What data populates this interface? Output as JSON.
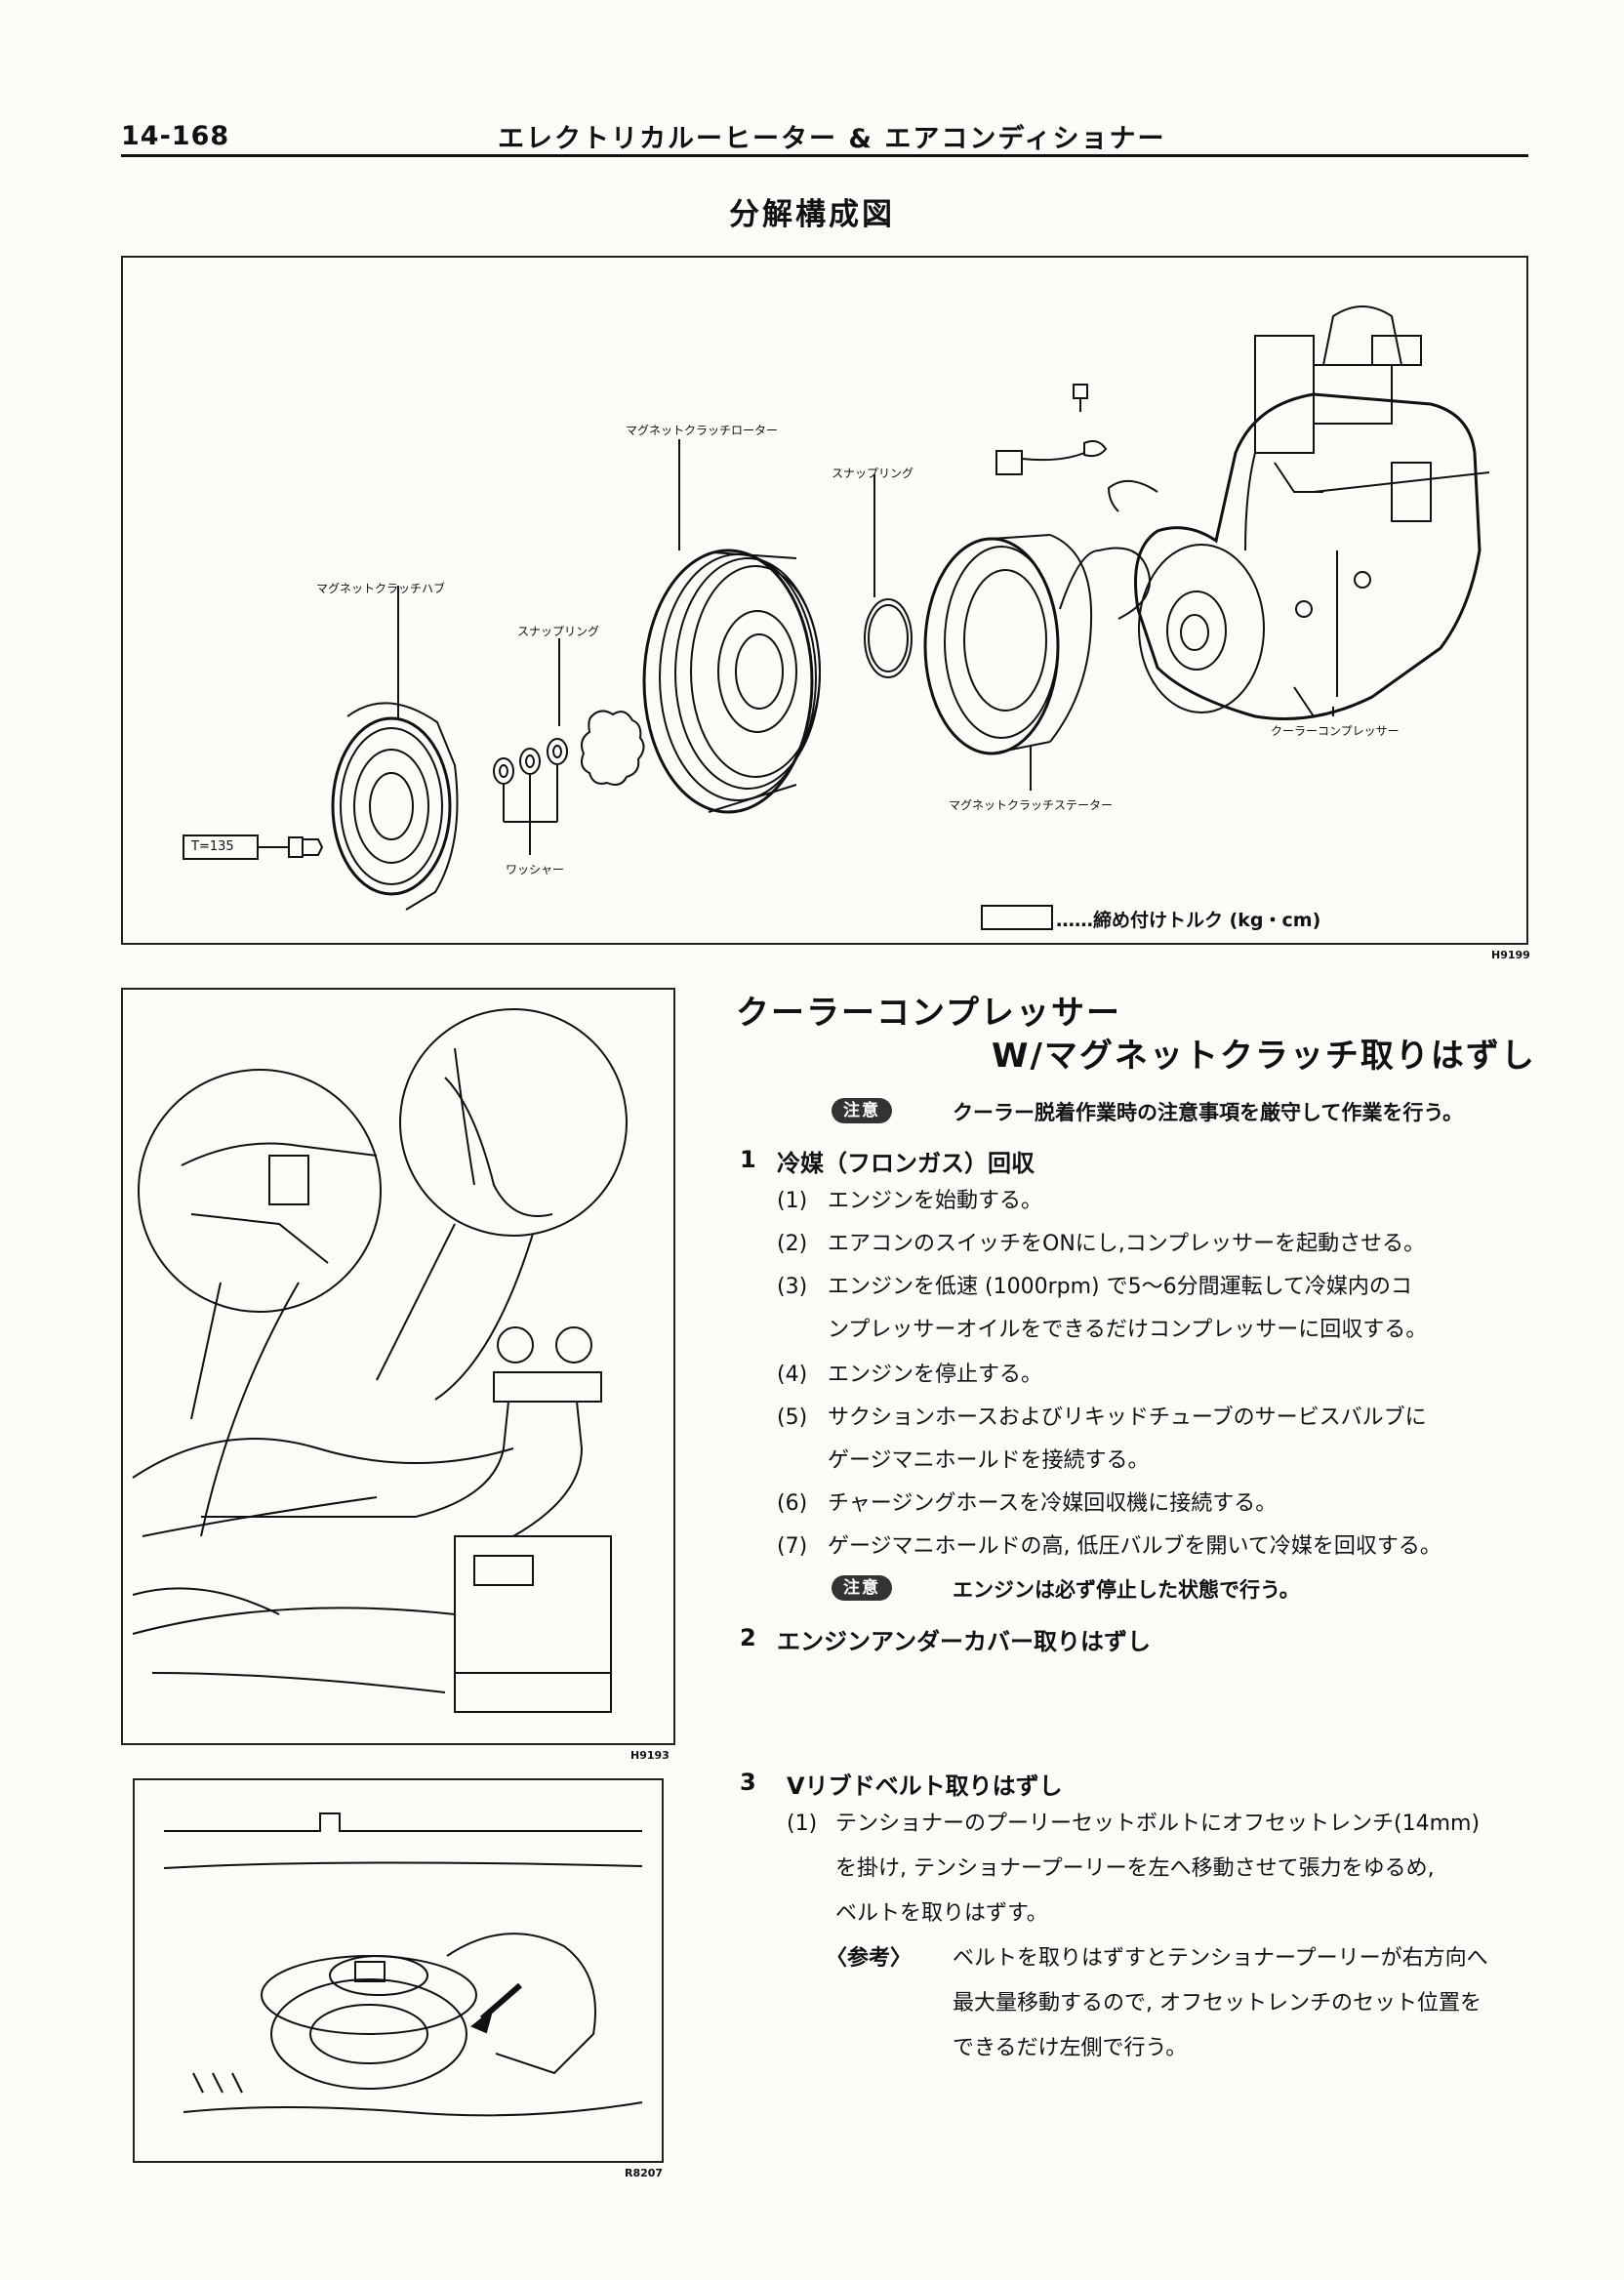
{
  "header": {
    "page_number": "14-168",
    "title": "エレクトリカルーヒーター & エアコンディショナー"
  },
  "section_title": "分解構成図",
  "exploded_diagram": {
    "labels": {
      "clutch_rotor": "マグネットクラッチローター",
      "snap_ring_top": "スナップリング",
      "clutch_hub": "マグネットクラッチハブ",
      "snap_ring_mid": "スナップリング",
      "compressor": "クーラーコンプレッサー",
      "stator": "マグネットクラッチステーター",
      "washer": "ワッシャー",
      "torque_value": "T=135"
    },
    "legend": "……締め付けトルク (kg・cm)",
    "figure_code": "H9199"
  },
  "figure_1_code": "H9193",
  "figure_2_code": "R8207",
  "procedure": {
    "title_line1": "クーラーコンプレッサー",
    "title_line2": "W/マグネットクラッチ取りはずし",
    "notes": [
      {
        "badge": "注意",
        "text": "クーラー脱着作業時の注意事項を厳守して作業を行う。"
      },
      {
        "badge": "注意",
        "text": "エンジンは必ず停止した状態で行う。"
      }
    ],
    "steps": [
      {
        "num": "1",
        "title": "冷媒（フロンガス）回収",
        "items": [
          {
            "num": "(1)",
            "text": "エンジンを始動する。"
          },
          {
            "num": "(2)",
            "text": "エアコンのスイッチをONにし,コンプレッサーを起動させる。"
          },
          {
            "num": "(3)",
            "text": "エンジンを低速 (1000rpm) で5～6分間運転して冷媒内のコ",
            "text2": "ンプレッサーオイルをできるだけコンプレッサーに回収する。"
          },
          {
            "num": "(4)",
            "text": "エンジンを停止する。"
          },
          {
            "num": "(5)",
            "text": "サクションホースおよびリキッドチューブのサービスバルブに",
            "text2": "ゲージマニホールドを接続する。"
          },
          {
            "num": "(6)",
            "text": "チャージングホースを冷媒回収機に接続する。"
          },
          {
            "num": "(7)",
            "text": "ゲージマニホールドの高, 低圧バルブを開いて冷媒を回収する。"
          }
        ]
      },
      {
        "num": "2",
        "title": "エンジンアンダーカバー取りはずし"
      },
      {
        "num": "3",
        "title": "Vリブドベルト取りはずし",
        "items": [
          {
            "num": "(1)",
            "text": "テンショナーのプーリーセットボルトにオフセットレンチ(14mm)",
            "text2": "を掛け, テンショナープーリーを左へ移動させて張力をゆるめ,",
            "text3": "ベルトを取りはずす。"
          }
        ],
        "reference": {
          "label": "〈参考〉",
          "line1": "ベルトを取りはずすとテンショナープーリーが右方向へ",
          "line2": "最大量移動するので, オフセットレンチのセット位置を",
          "line3": "できるだけ左側で行う。"
        }
      }
    ]
  }
}
